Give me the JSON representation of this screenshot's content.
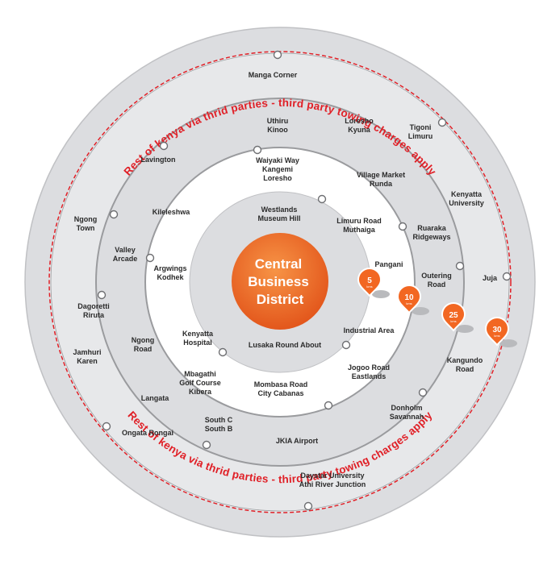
{
  "center": {
    "lines": [
      "Central",
      "Business",
      "District"
    ]
  },
  "outer_notice": {
    "top": "Rest of kenya via thrid parties - third party towing charges apply",
    "bottom": "Rest of kenya via thrid parties - third party towing charges apply"
  },
  "distance_markers": [
    {
      "value": "5",
      "unit": "kms"
    },
    {
      "value": "10",
      "unit": "kms"
    },
    {
      "value": "25",
      "unit": "kms"
    },
    {
      "value": "30",
      "unit": "kms"
    }
  ],
  "ring_5km": [
    {
      "lines": [
        "Westlands",
        "Museum Hill"
      ]
    },
    {
      "lines": [
        "Pangani"
      ]
    },
    {
      "lines": [
        "Lusaka Round About"
      ]
    },
    {
      "lines": [
        "Argwings",
        "Kodhek"
      ]
    },
    {
      "lines": [
        "Kenyatta",
        "Hospital"
      ]
    }
  ],
  "ring_10km": [
    {
      "lines": [
        "Waiyaki Way",
        "Kangemi",
        "Loresho"
      ]
    },
    {
      "lines": [
        "Village Market",
        "Runda"
      ]
    },
    {
      "lines": [
        "Limuru Road",
        "Muthaiga"
      ]
    },
    {
      "lines": [
        "Ruaraka",
        "Ridgeways"
      ]
    },
    {
      "lines": [
        "Industrial Area"
      ]
    },
    {
      "lines": [
        "Jogoo Road",
        "Eastlands"
      ]
    },
    {
      "lines": [
        "Mombasa Road",
        "City Cabanas"
      ]
    },
    {
      "lines": [
        "Mbagathi",
        "Golf Course",
        "Kibera"
      ]
    },
    {
      "lines": [
        "Ngong",
        "Road"
      ]
    },
    {
      "lines": [
        "Valley",
        "Arcade"
      ]
    },
    {
      "lines": [
        "Kileleshwa"
      ]
    }
  ],
  "ring_25km": [
    {
      "lines": [
        "Uthiru",
        "Kinoo"
      ]
    },
    {
      "lines": [
        "Loresho",
        "Kyuna"
      ]
    },
    {
      "lines": [
        "Lavington"
      ]
    },
    {
      "lines": [
        "Kenyatta",
        "University"
      ]
    },
    {
      "lines": [
        "Outering",
        "Road"
      ]
    },
    {
      "lines": [
        "Kangundo",
        "Road"
      ]
    },
    {
      "lines": [
        "Donholm",
        "Savannah"
      ]
    },
    {
      "lines": [
        "JKIA Airport"
      ]
    },
    {
      "lines": [
        "South C",
        "South B"
      ]
    },
    {
      "lines": [
        "Langata"
      ]
    },
    {
      "lines": [
        "Dagoretti",
        "Riruta"
      ]
    },
    {
      "lines": [
        "Ngong",
        "Town"
      ]
    }
  ],
  "ring_30km": [
    {
      "lines": [
        "Manga Corner"
      ]
    },
    {
      "lines": [
        "Tigoni",
        "Limuru"
      ]
    },
    {
      "lines": [
        "Juja"
      ]
    },
    {
      "lines": [
        "Jamhuri",
        "Karen"
      ]
    },
    {
      "lines": [
        "Ongata Rongai"
      ]
    },
    {
      "lines": [
        "Daystar University",
        "Athi River Junction"
      ]
    }
  ],
  "colors": {
    "ring_grey": "#dcdde0",
    "ring_dark": "#c8c9cc",
    "line_grey": "#9a9b9e",
    "red": "#e01f26",
    "orange": "#f26722",
    "orange_dark": "#e2541a"
  }
}
